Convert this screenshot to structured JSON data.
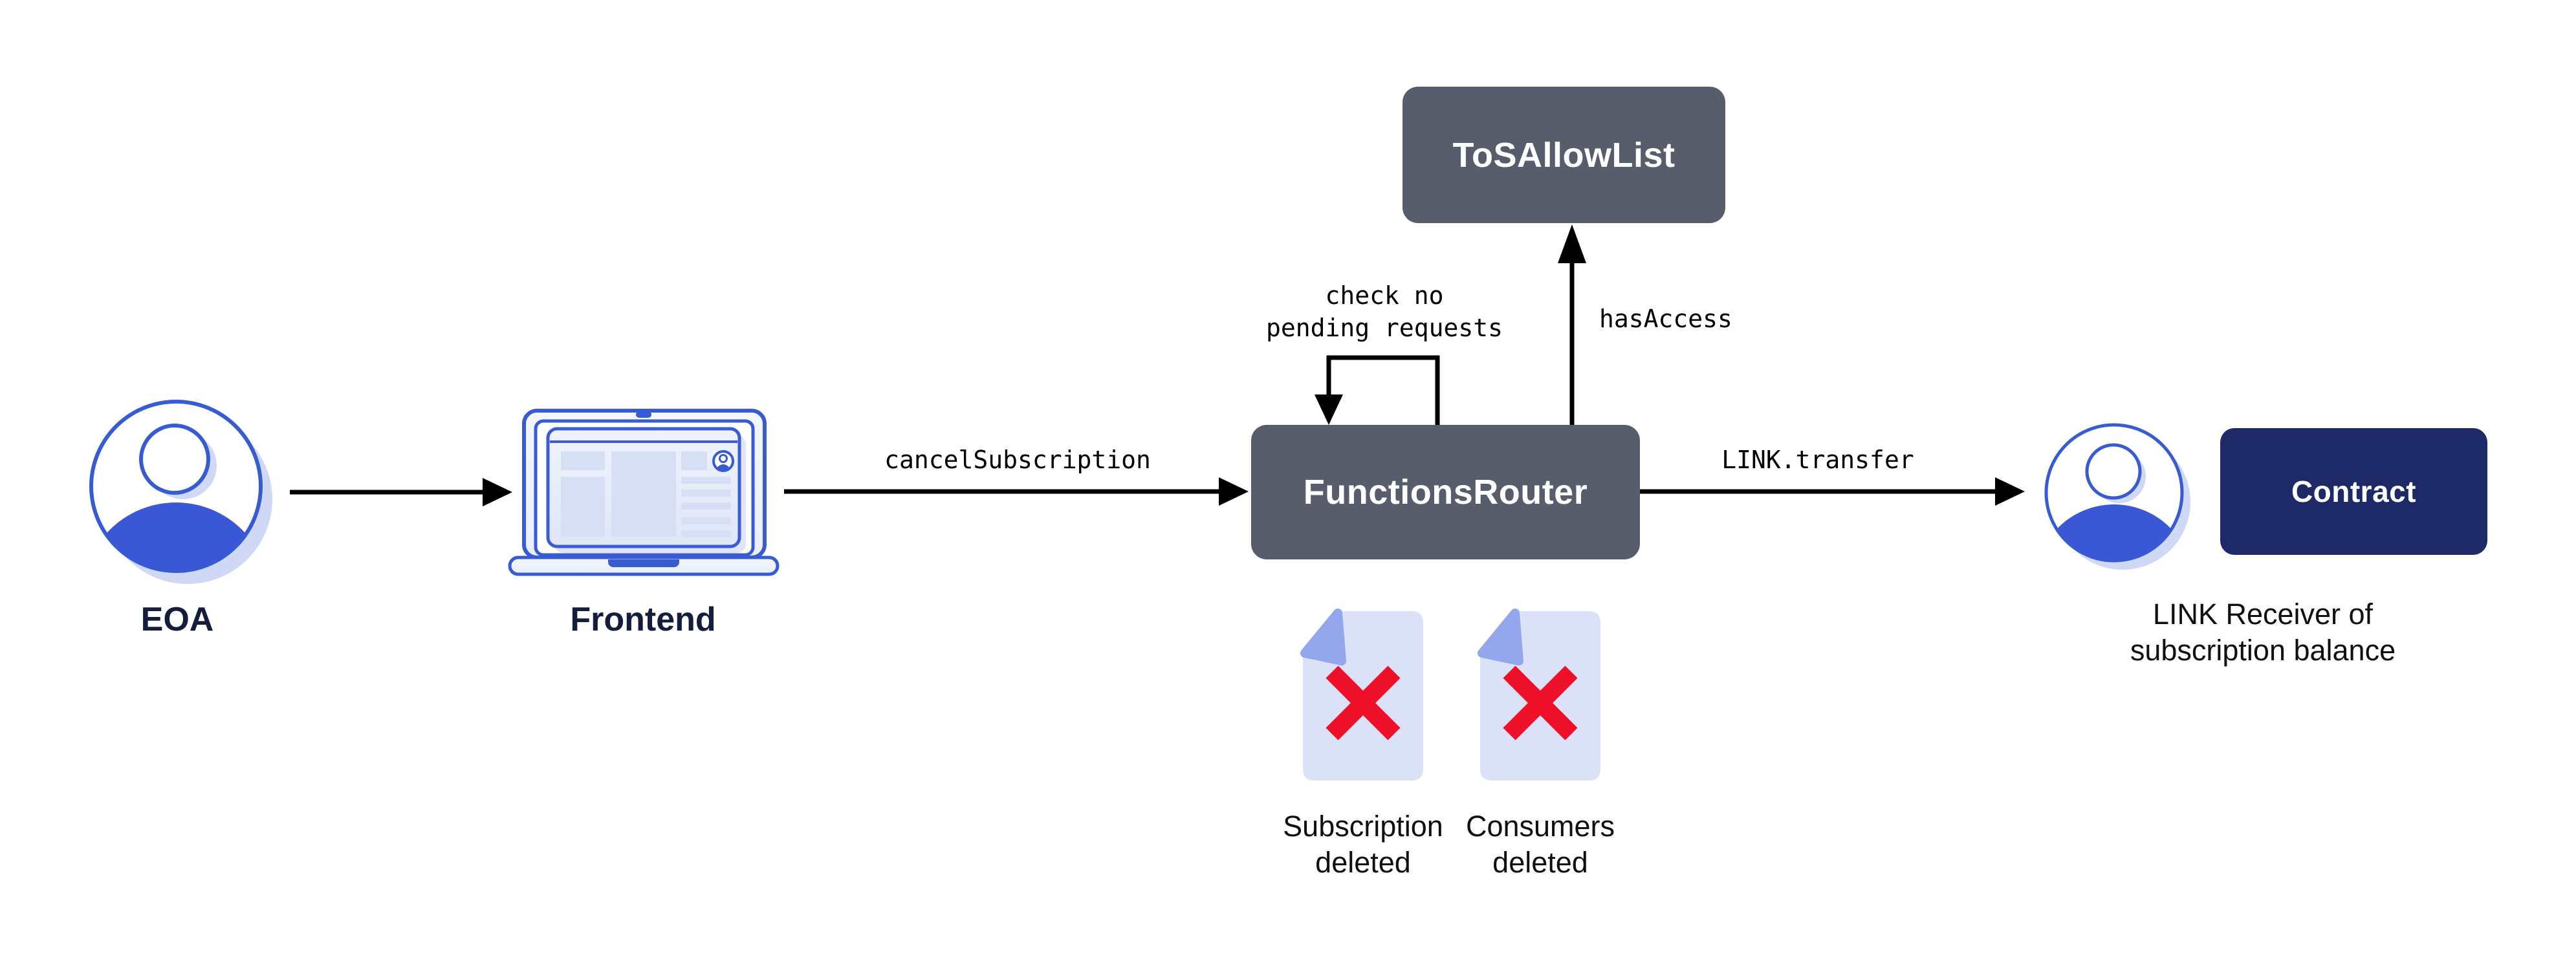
{
  "colors": {
    "accent_blue": "#375bd2",
    "slate_box": "#575d6b",
    "navy_box": "#1e2a67",
    "delete_red": "#ee0f28",
    "doc_fill": "#dbe2f7",
    "doc_fold": "#95a7ec",
    "icon_shadow": "#cfd9f5",
    "arrow_black": "#000000",
    "title_navy": "#141d3b"
  },
  "nodes": {
    "eoa": {
      "label": "EOA"
    },
    "frontend": {
      "label": "Frontend"
    },
    "functions_router": {
      "label": "FunctionsRouter"
    },
    "tos_allow_list": {
      "label": "ToSAllowList"
    },
    "contract": {
      "label": "Contract"
    },
    "link_receiver": {
      "line1": "LINK Receiver of",
      "line2": "subscription balance"
    }
  },
  "edges": {
    "frontend_to_router": {
      "label": "cancelSubscription"
    },
    "router_self_check": {
      "line1": "check no",
      "line2": "pending requests"
    },
    "router_to_tos": {
      "label": "hasAccess"
    },
    "router_to_receiver": {
      "label": "LINK.transfer"
    }
  },
  "artifacts": {
    "subscription_deleted": {
      "line1": "Subscription",
      "line2": "deleted"
    },
    "consumers_deleted": {
      "line1": "Consumers",
      "line2": "deleted"
    }
  },
  "icons": {
    "eoa": "user-icon",
    "frontend": "laptop-icon",
    "receiver": "user-icon",
    "subscription": "document-deleted-icon",
    "consumers": "document-deleted-icon"
  }
}
